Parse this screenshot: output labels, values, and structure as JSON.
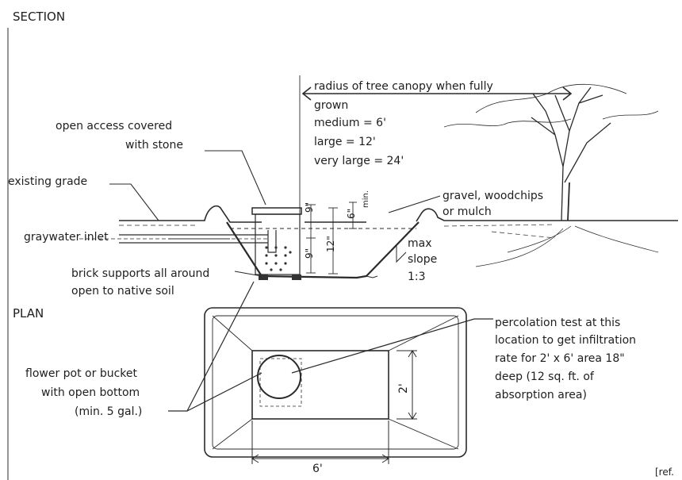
{
  "section_title": "SECTION",
  "plan_title": "PLAN",
  "labels": {
    "canopy": [
      "radius of tree canopy when fully",
      "grown",
      "medium = 6'",
      "large = 12'",
      "very large = 24'"
    ],
    "access": [
      "open access covered",
      "with stone"
    ],
    "existing_grade": "existing grade",
    "gravel": [
      "gravel, woodchips",
      "or mulch"
    ],
    "graywater_inlet": "graywater inlet",
    "max_slope": [
      "max",
      "slope",
      "1:3"
    ],
    "brick": [
      "brick supports all around",
      "open to native soil"
    ],
    "percolation": [
      "percolation test at this",
      "location to get infiltration",
      "rate for 2' x 6' area 18\"",
      "deep (12 sq. ft. of",
      "absorption area)"
    ],
    "flower_pot": [
      "flower pot or bucket",
      "with open bottom",
      "(min. 5 gal.)"
    ],
    "ref": "[ref."
  },
  "dimensions": {
    "d9_top": "9\"",
    "d9_bottom": "9\"",
    "d12": "12\"",
    "d6": "6\"",
    "min": "min.",
    "plan_width": "6'",
    "plan_height": "2'"
  }
}
